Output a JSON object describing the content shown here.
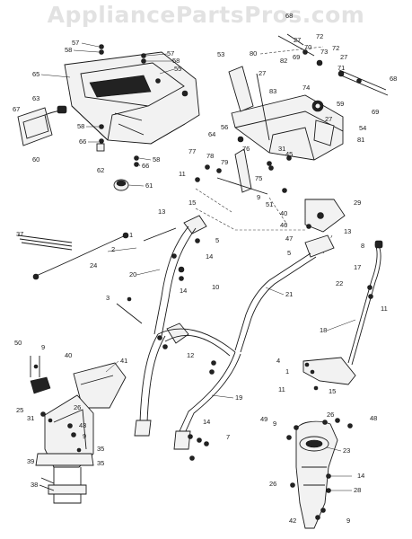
{
  "watermark": "AppliancePartsPros.com",
  "callouts": {
    "c68a": "68",
    "c72": "72",
    "c27a": "27",
    "c70": "70",
    "c72b": "72",
    "c73": "73",
    "c27b": "27",
    "c71": "71",
    "c69a": "69",
    "c82": "82",
    "c68b": "68",
    "c69b": "69",
    "c74": "74",
    "c57a": "57",
    "c58a": "58",
    "c57b": "57",
    "c58b": "58",
    "c55": "55",
    "c65": "65",
    "c80": "80",
    "c53": "53",
    "c27c": "27",
    "c83": "83",
    "c59": "59",
    "c27d": "27",
    "c54": "54",
    "c81": "81",
    "c56": "56",
    "c64": "64",
    "c63": "63",
    "c67": "67",
    "c58c": "58",
    "c66a": "66",
    "c60": "60",
    "c58d": "58",
    "c66b": "66",
    "c62": "62",
    "c61": "61",
    "c77": "77",
    "c78": "78",
    "c79": "79",
    "c76": "76",
    "c75": "75",
    "c31a": "31",
    "c45": "45",
    "c9a": "9",
    "c51": "51",
    "c40a": "40",
    "c46": "46",
    "c47": "47",
    "c29": "29",
    "c11a": "11",
    "c15a": "15",
    "c13a": "13",
    "c13b": "13",
    "c37": "37",
    "c2": "2",
    "c1a": "1",
    "c5a": "5",
    "c14a": "14",
    "c24": "24",
    "c20": "20",
    "c10": "10",
    "c14b": "14",
    "c5b": "5",
    "c21": "21",
    "c8": "8",
    "c17": "17",
    "c22": "22",
    "c11b": "11",
    "c3": "3",
    "c12": "12",
    "c18": "18",
    "c50": "50",
    "c9b": "9",
    "c40b": "40",
    "c41": "41",
    "c4": "4",
    "c1b": "1",
    "c11c": "11",
    "c15b": "15",
    "c25": "25",
    "c31b": "31",
    "c26a": "26",
    "c43": "43",
    "c9c": "9",
    "c19": "19",
    "c14c": "14",
    "c7": "7",
    "c49": "49",
    "c9d": "9",
    "c26b": "26",
    "c48": "48",
    "c23": "23",
    "c35a": "35",
    "c39": "39",
    "c35b": "35",
    "c38": "38",
    "c14d": "14",
    "c26c": "26",
    "c28": "28",
    "c42": "42",
    "c9e": "9"
  }
}
